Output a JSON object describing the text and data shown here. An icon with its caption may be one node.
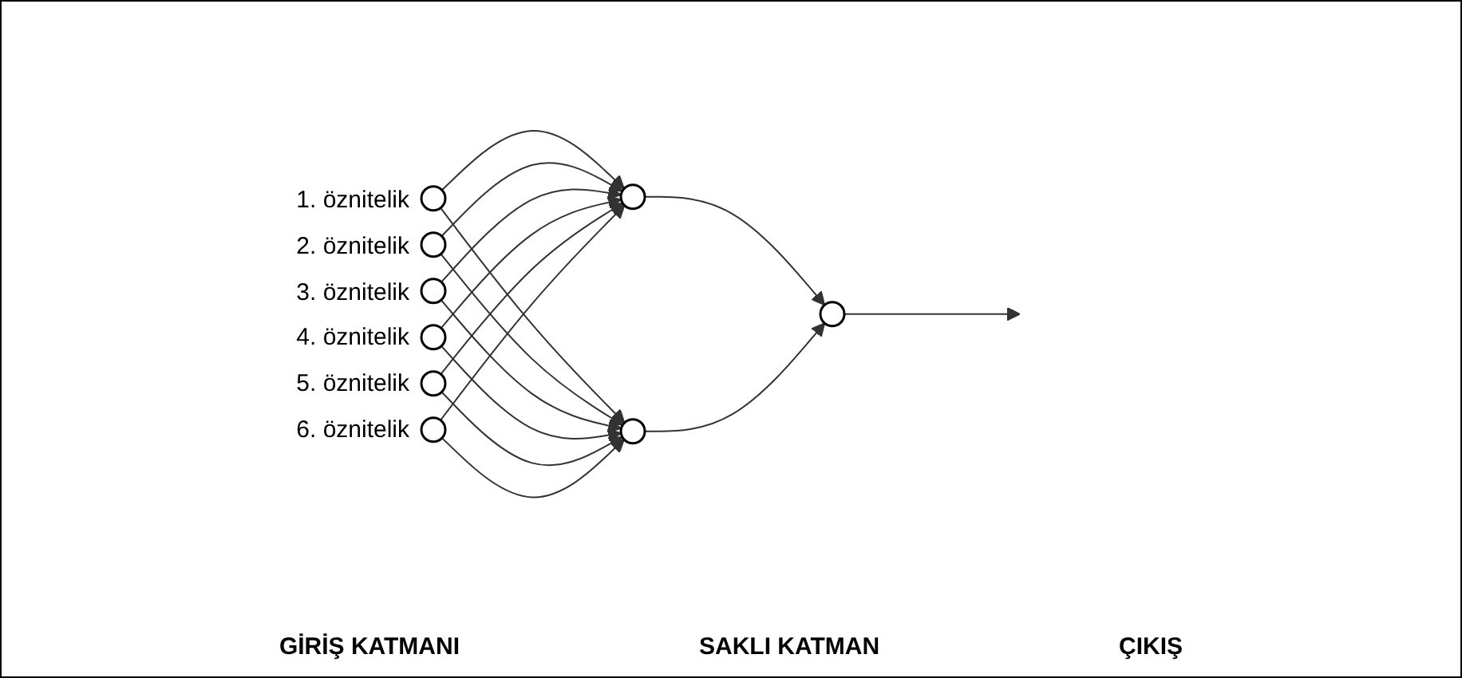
{
  "diagram": {
    "nodes": [
      {
        "text": [],
        "shape": "circle",
        "beside": [
          "1. öznitelik"
        ]
      },
      {
        "text": [],
        "shape": "circle",
        "beside": [
          "2. öznitelik"
        ]
      },
      {
        "text": [],
        "shape": "circle",
        "beside": [
          "3. öznitelik"
        ]
      },
      {
        "text": [],
        "shape": "circle",
        "beside": [
          "4. öznitelik"
        ]
      },
      {
        "text": [],
        "shape": "circle",
        "beside": [
          "5. öznitelik"
        ]
      },
      {
        "text": [],
        "shape": "circle",
        "beside": [
          "6. öznitelik"
        ]
      },
      {
        "text": [],
        "shape": "circle"
      },
      {
        "text": [],
        "shape": "circle"
      },
      {
        "text": [],
        "shape": "circle"
      }
    ],
    "edges": [
      {
        "from": 0,
        "to": 6,
        "arrow": "to"
      },
      {
        "from": 0,
        "to": 7,
        "arrow": "to"
      },
      {
        "from": 1,
        "to": 6,
        "arrow": "to"
      },
      {
        "from": 1,
        "to": 7,
        "arrow": "to"
      },
      {
        "from": 2,
        "to": 6,
        "arrow": "to"
      },
      {
        "from": 2,
        "to": 7,
        "arrow": "to"
      },
      {
        "from": 3,
        "to": 6,
        "arrow": "to"
      },
      {
        "from": 3,
        "to": 7,
        "arrow": "to"
      },
      {
        "from": 4,
        "to": 6,
        "arrow": "to"
      },
      {
        "from": 4,
        "to": 7,
        "arrow": "to"
      },
      {
        "from": 5,
        "to": 6,
        "arrow": "to"
      },
      {
        "from": 5,
        "to": 7,
        "arrow": "to"
      },
      {
        "from": 6,
        "to": 8,
        "arrow": "to"
      },
      {
        "from": 7,
        "to": 8,
        "arrow": "to"
      },
      {
        "from": 8,
        "to": null,
        "arrow": "to"
      }
    ],
    "labels": [
      "GİRİŞ KATMANI",
      "SAKLI KATMAN",
      "ÇIKIŞ"
    ]
  }
}
